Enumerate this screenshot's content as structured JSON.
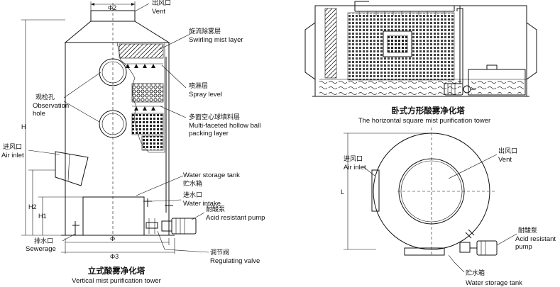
{
  "vertical": {
    "caption_cn": "立式酸雾净化塔",
    "caption_en": "Vertical mist purification tower",
    "labels": {
      "vent_cn": "出风口",
      "vent_en": "Vent",
      "swirl_cn": "旋流除雾层",
      "swirl_en": "Swirling mist layer",
      "spray_cn": "喷淋层",
      "spray_en": "Spray level",
      "packing_cn": "多面空心球填料层",
      "packing_en1": "Multi-faceted hollow ball",
      "packing_en2": "packing layer",
      "obs_cn": "观检孔",
      "obs_en1": "Observation",
      "obs_en2": "hole",
      "air_cn": "进风口",
      "air_en": "Air inlet",
      "tank_en": "Water storage tank",
      "tank_cn": "贮水箱",
      "intake_cn": "进水口",
      "intake_en": "Water intake",
      "pump_cn": "耐酸泵",
      "pump_en": "Acid resistant pump",
      "sewer_cn": "排水口",
      "sewer_en": "Sewerage",
      "valve_cn": "调节阀",
      "valve_en": "Regulating valve"
    },
    "dims": {
      "phi2": "Φ2",
      "phi": "Φ",
      "phi3": "Φ3",
      "h": "H",
      "h1": "H1",
      "h2": "H2"
    }
  },
  "horizontal": {
    "caption_cn": "卧式方形酸雾净化塔",
    "caption_en": "The horizontal square mist purification tower"
  },
  "top_view": {
    "labels": {
      "air_cn": "进风口",
      "air_en": "Air inlet",
      "vent_cn": "出风口",
      "vent_en": "Vent",
      "pump_cn": "耐酸泵",
      "pump_en1": "Acid resistant",
      "pump_en2": "pump",
      "tank_cn": "贮水箱",
      "tank_en": "Water storage tank"
    },
    "dims": {
      "l": "L"
    }
  }
}
